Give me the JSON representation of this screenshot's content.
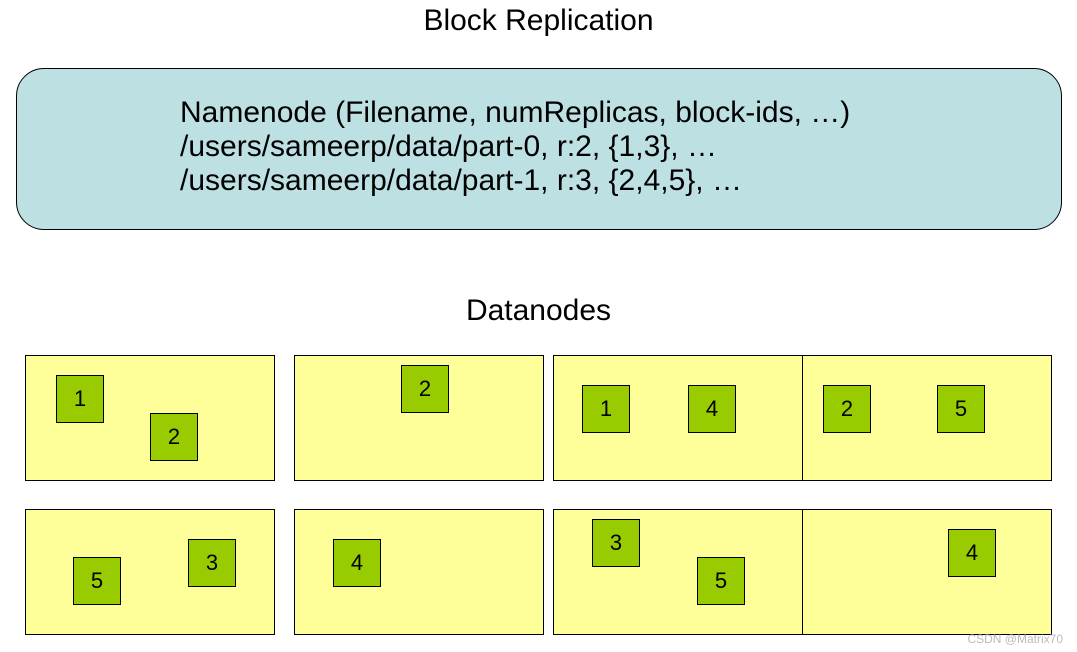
{
  "title": "Block Replication",
  "namenode": {
    "lines": [
      "Namenode (Filename, numReplicas, block-ids, …)",
      "/users/sameerp/data/part-0, r:2, {1,3}, …",
      "/users/sameerp/data/part-1, r:3, {2,4,5}, …"
    ]
  },
  "datanodes_heading": "Datanodes",
  "datanodes": [
    {
      "blocks": [
        "1",
        "2"
      ]
    },
    {
      "blocks": [
        "2"
      ]
    },
    {
      "blocks": [
        "1",
        "4"
      ]
    },
    {
      "blocks": [
        "2",
        "5"
      ]
    },
    {
      "blocks": [
        "5",
        "3"
      ]
    },
    {
      "blocks": [
        "4"
      ]
    },
    {
      "blocks": [
        "3",
        "5"
      ]
    },
    {
      "blocks": [
        "4"
      ]
    }
  ],
  "colors": {
    "namenode_fill": "#bde0e3",
    "datanode_fill": "#ffff99",
    "block_fill": "#99cc00"
  },
  "watermark": "CSDN @Matrix70"
}
